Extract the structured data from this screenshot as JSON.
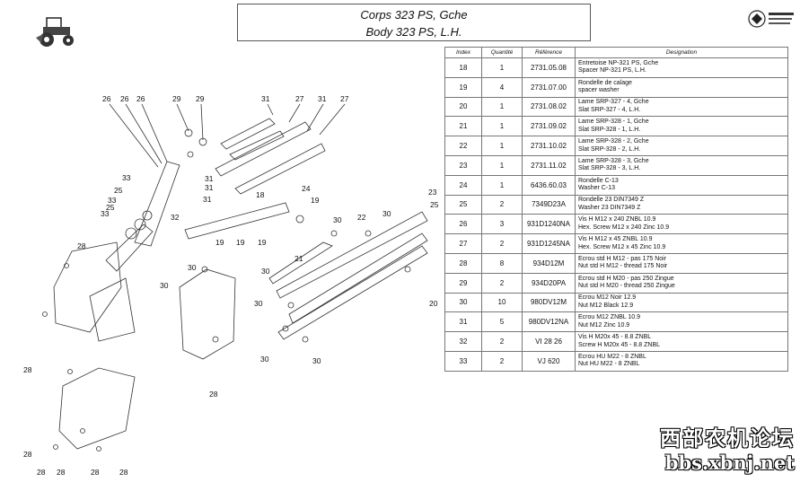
{
  "title": {
    "fr": "Corps 323 PS, Gche",
    "en": "Body 323 PS, L.H."
  },
  "table": {
    "headers": {
      "index": "Index",
      "qty": "Quantité",
      "ref": "Référence",
      "desc": "Designation"
    },
    "rows": [
      {
        "index": "18",
        "qty": "1",
        "ref": "2731.05.08",
        "desc1": "Entretoise NP-321 PS, Gche",
        "desc2": "Spacer NP-321 PS, L.H."
      },
      {
        "index": "19",
        "qty": "4",
        "ref": "2731.07.00",
        "desc1": "Rondelle de calage",
        "desc2": "spacer washer"
      },
      {
        "index": "20",
        "qty": "1",
        "ref": "2731.08.02",
        "desc1": "Lame SRP-327 - 4, Gche",
        "desc2": "Slat SRP-327 - 4, L.H."
      },
      {
        "index": "21",
        "qty": "1",
        "ref": "2731.09.02",
        "desc1": "Lame SRP-328 - 1, Gche",
        "desc2": "Slat SRP-328 - 1, L.H."
      },
      {
        "index": "22",
        "qty": "1",
        "ref": "2731.10.02",
        "desc1": "Lame SRP-328 - 2, Gche",
        "desc2": "Slat SRP-328 - 2, L.H."
      },
      {
        "index": "23",
        "qty": "1",
        "ref": "2731.11.02",
        "desc1": "Lame SRP-328 - 3, Gche",
        "desc2": "Slat SRP-328 - 3, L.H."
      },
      {
        "index": "24",
        "qty": "1",
        "ref": "6436.60.03",
        "desc1": "Rondelle C-13",
        "desc2": "Washer C-13"
      },
      {
        "index": "25",
        "qty": "2",
        "ref": "7349D23A",
        "desc1": "Rondelle 23 DIN7349 Z",
        "desc2": "Washer 23 DIN7349 Z"
      },
      {
        "index": "26",
        "qty": "3",
        "ref": "931D1240NA",
        "desc1": "Vis H M12 x 240 ZNBL 10.9",
        "desc2": "Hex. Screw M12 x 240 Zinc 10.9"
      },
      {
        "index": "27",
        "qty": "2",
        "ref": "931D1245NA",
        "desc1": "Vis H M12 x 45 ZNBL 10.9",
        "desc2": "Hex. Screw M12 x 45 Zinc 10.9"
      },
      {
        "index": "28",
        "qty": "8",
        "ref": "934D12M",
        "desc1": "Ecrou std H M12 - pas 175 Noir",
        "desc2": "Nut std H M12 - thread 175 Noir"
      },
      {
        "index": "29",
        "qty": "2",
        "ref": "934D20PA",
        "desc1": "Ecrou std H M20 - pas 250 Zingue",
        "desc2": "Nut std H M20 - thread 250 Zingue"
      },
      {
        "index": "30",
        "qty": "10",
        "ref": "980DV12M",
        "desc1": "Ecrou M12 Noir 12.9",
        "desc2": "Nut M12 Black 12.9"
      },
      {
        "index": "31",
        "qty": "5",
        "ref": "980DV12NA",
        "desc1": "Ecrou M12 ZNBL 10.9",
        "desc2": "Nut M12 Zinc 10.9"
      },
      {
        "index": "32",
        "qty": "2",
        "ref": "VI 28 26",
        "desc1": "Vis H M20x 45 - 8.8 ZNBL",
        "desc2": "Screw H M20x 45 - 8.8 ZNBL"
      },
      {
        "index": "33",
        "qty": "2",
        "ref": "VJ 620",
        "desc1": "Ecrou HU M22 - 8 ZNBL",
        "desc2": "Nut HU M22 - 8 ZNBL"
      }
    ]
  },
  "callouts": [
    "26",
    "26",
    "26",
    "29",
    "29",
    "31",
    "27",
    "31",
    "27",
    "33",
    "31",
    "25",
    "31",
    "33",
    "31",
    "25",
    "33",
    "24",
    "18",
    "32",
    "19",
    "19",
    "19",
    "22",
    "30",
    "30",
    "23",
    "19",
    "25",
    "21",
    "20",
    "28",
    "30",
    "30",
    "30",
    "30",
    "30",
    "30",
    "28",
    "28",
    "28",
    "28",
    "28",
    "28",
    "28"
  ],
  "watermark": {
    "line1": "西部农机论坛",
    "line2": "bbs.xbnj.net"
  }
}
